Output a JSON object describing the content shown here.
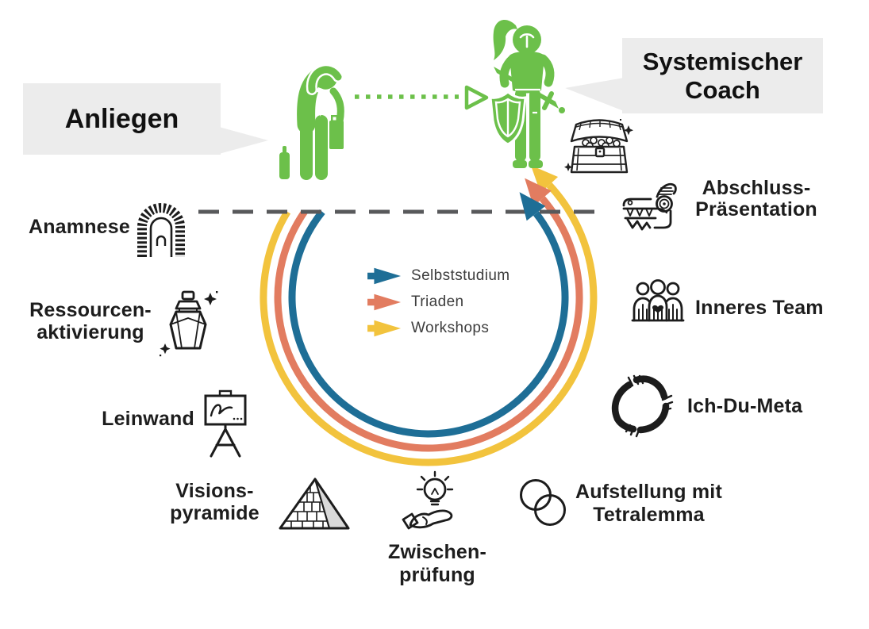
{
  "bubbles": {
    "client": "Anliegen",
    "coach_lines": [
      "Systemischer",
      "Coach"
    ]
  },
  "legend": {
    "items": [
      {
        "label": "Selbststudium",
        "color": "#1e6e96",
        "icon": "arrow-flag-icon"
      },
      {
        "label": "Triaden",
        "color": "#e27c60",
        "icon": "arrow-flag-icon"
      },
      {
        "label": "Workshops",
        "color": "#f2c33d",
        "icon": "arrow-flag-icon"
      }
    ]
  },
  "stations": [
    {
      "label": "Anamnese",
      "icon": "arch-icon"
    },
    {
      "lines": [
        "Ressourcen-",
        "aktivierung"
      ],
      "icon": "potion-bottle-icon"
    },
    {
      "label": "Leinwand",
      "icon": "easel-icon"
    },
    {
      "lines": [
        "Visions-",
        "pyramide"
      ],
      "icon": "pyramid-icon"
    },
    {
      "lines": [
        "Zwischen-",
        "prüfung"
      ],
      "icon": "idea-hand-icon"
    },
    {
      "lines": [
        "Aufstellung mit",
        "Tetralemma"
      ],
      "icon": "overlapping-circles-icon"
    },
    {
      "label": "Ich-Du-Meta",
      "icon": "hands-triangle-icon"
    },
    {
      "label": "Inneres Team",
      "icon": "team-icon"
    },
    {
      "lines": [
        "Abschluss-",
        "Präsentation"
      ],
      "icon": "dragon-head-icon"
    }
  ],
  "figures": {
    "client": "sad-person-icon",
    "coach": "knight-icon",
    "reward": "treasure-chest-icon"
  },
  "colors": {
    "green": "#6cc04a",
    "blue": "#1e6e96",
    "salmon": "#e27c60",
    "yellow": "#f2c33d",
    "bubble_gray": "#ececec",
    "dash_gray": "#58595b",
    "ink": "#1c1c1c"
  }
}
